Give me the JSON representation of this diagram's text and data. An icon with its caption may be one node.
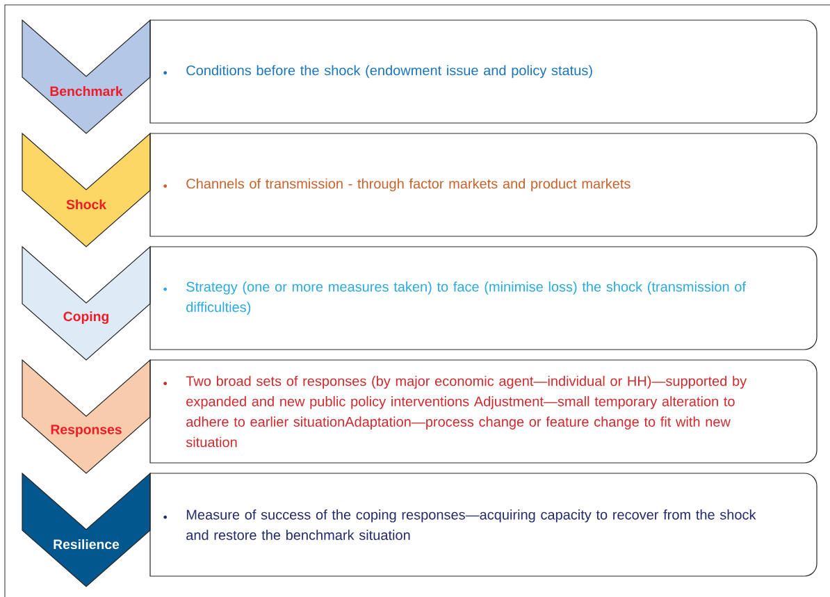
{
  "diagram": {
    "nodes": [
      {
        "text": [
          "Benchmark"
        ]
      },
      {
        "text": [
          "Conditions before the shock (endowment issue and policy status)"
        ]
      },
      {
        "text": [
          "Shock"
        ]
      },
      {
        "text": [
          "Channels of transmission - through factor markets and product markets"
        ]
      },
      {
        "text": [
          "Coping"
        ]
      },
      {
        "text": [
          "Strategy (one or more measures taken) to face (minimise loss) the shock (transmission of difficulties)"
        ]
      },
      {
        "text": [
          "Responses"
        ]
      },
      {
        "text": [
          "Two broad sets of responses (by major economic agent—individual or HH)—supported by expanded and new public policy interventions Adjustment—small temporary alteration to adhere to earlier situationAdaptation—process change or feature change to fit with new situation"
        ]
      },
      {
        "text": [
          "Resilience"
        ]
      },
      {
        "text": [
          "Measure of success of the coping responses—acquiring capacity to recover from the shock and restore the benchmark situation"
        ]
      }
    ]
  }
}
